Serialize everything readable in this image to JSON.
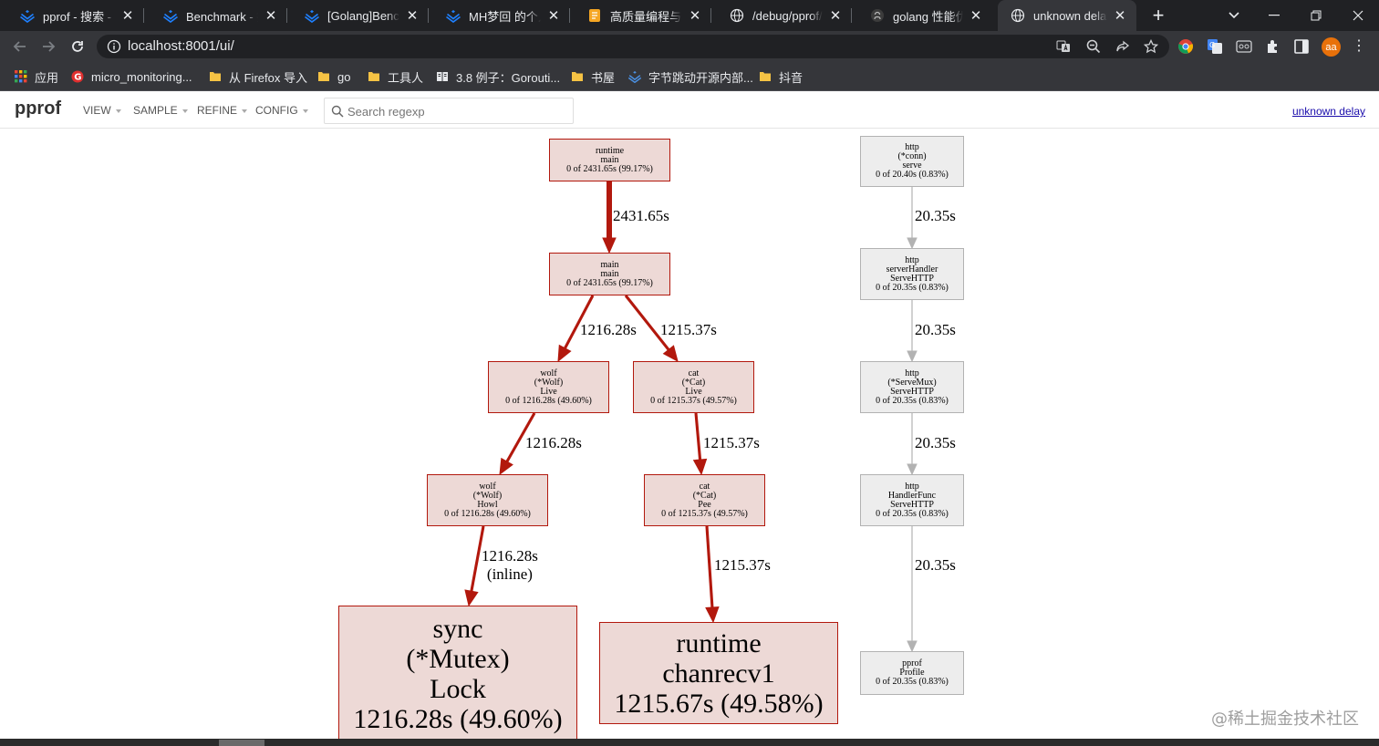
{
  "browser": {
    "tabs": [
      {
        "title": "pprof - 搜索 - 掘金",
        "icon": "juejin-icon",
        "active": false
      },
      {
        "title": "Benchmark - 搜索",
        "icon": "juejin-icon",
        "active": false
      },
      {
        "title": "[Golang]Benchmark",
        "icon": "juejin-icon",
        "active": false
      },
      {
        "title": "MH梦回 的个人主页",
        "icon": "juejin-icon",
        "active": false
      },
      {
        "title": "高质量编程与性能",
        "icon": "feishu-doc-icon",
        "active": false
      },
      {
        "title": "/debug/pprof/",
        "icon": "globe-icon",
        "active": false
      },
      {
        "title": "golang 性能优化",
        "icon": "github-icon",
        "active": false
      },
      {
        "title": "unknown delay",
        "icon": "globe-icon",
        "active": true
      }
    ],
    "new_tab": "+",
    "address": "localhost:8001/ui/",
    "profile_initials": "aa",
    "bookmarks": [
      {
        "label": "应用",
        "icon": "apps-grid-icon"
      },
      {
        "label": "micro_monitoring...",
        "icon": "grafana-icon"
      },
      {
        "label": "从 Firefox 导入",
        "icon": "folder-icon"
      },
      {
        "label": "go",
        "icon": "folder-icon"
      },
      {
        "label": "工具人",
        "icon": "folder-icon"
      },
      {
        "label": "3.8 例子：Gorouti...",
        "icon": "book-icon"
      },
      {
        "label": "书屋",
        "icon": "folder-icon"
      },
      {
        "label": "字节跳动开源内部...",
        "icon": "juejin-icon"
      },
      {
        "label": "抖音",
        "icon": "folder-icon"
      }
    ]
  },
  "pprof": {
    "title": "pprof",
    "menus": [
      "VIEW",
      "SAMPLE",
      "REFINE",
      "CONFIG"
    ],
    "search_placeholder": "Search regexp",
    "profile_link": "unknown delay"
  },
  "graph": {
    "nodes": [
      {
        "id": "n_runtime_main",
        "lines": [
          "runtime",
          "main",
          "0 of 2431.65s (99.17%)"
        ],
        "style": "hot",
        "size": "small"
      },
      {
        "id": "n_main_main",
        "lines": [
          "main",
          "main",
          "0 of 2431.65s (99.17%)"
        ],
        "style": "hot",
        "size": "small"
      },
      {
        "id": "n_wolf_live",
        "lines": [
          "wolf",
          "(*Wolf)",
          "Live",
          "0 of 1216.28s (49.60%)"
        ],
        "style": "hot",
        "size": "small"
      },
      {
        "id": "n_cat_live",
        "lines": [
          "cat",
          "(*Cat)",
          "Live",
          "0 of 1215.37s (49.57%)"
        ],
        "style": "hot",
        "size": "small"
      },
      {
        "id": "n_wolf_howl",
        "lines": [
          "wolf",
          "(*Wolf)",
          "Howl",
          "0 of 1216.28s (49.60%)"
        ],
        "style": "hot",
        "size": "small"
      },
      {
        "id": "n_cat_pee",
        "lines": [
          "cat",
          "(*Cat)",
          "Pee",
          "0 of 1215.37s (49.57%)"
        ],
        "style": "hot",
        "size": "small"
      },
      {
        "id": "n_mutex_lock",
        "lines": [
          "sync",
          "(*Mutex)",
          "Lock",
          "1216.28s (49.60%)"
        ],
        "style": "hot",
        "size": "big"
      },
      {
        "id": "n_chanrecv1",
        "lines": [
          "runtime",
          "chanrecv1",
          "1215.67s (49.58%)"
        ],
        "style": "hot",
        "size": "big"
      },
      {
        "id": "n_http_conn_serve",
        "lines": [
          "http",
          "(*conn)",
          "serve",
          "0 of 20.40s (0.83%)"
        ],
        "style": "cool",
        "size": "small"
      },
      {
        "id": "n_server_handler",
        "lines": [
          "http",
          "serverHandler",
          "ServeHTTP",
          "0 of 20.35s (0.83%)"
        ],
        "style": "cool",
        "size": "small"
      },
      {
        "id": "n_servemux",
        "lines": [
          "http",
          "(*ServeMux)",
          "ServeHTTP",
          "0 of 20.35s (0.83%)"
        ],
        "style": "cool",
        "size": "small"
      },
      {
        "id": "n_handlerfunc",
        "lines": [
          "http",
          "HandlerFunc",
          "ServeHTTP",
          "0 of 20.35s (0.83%)"
        ],
        "style": "cool",
        "size": "small"
      },
      {
        "id": "n_pprof_profile",
        "lines": [
          "pprof",
          "Profile",
          "0 of 20.35s (0.83%)"
        ],
        "style": "cool",
        "size": "small"
      }
    ],
    "edges": [
      {
        "from": "n_runtime_main",
        "to": "n_main_main",
        "label": "2431.65s",
        "weight": 99.17
      },
      {
        "from": "n_main_main",
        "to": "n_wolf_live",
        "label": "1216.28s",
        "weight": 49.6
      },
      {
        "from": "n_main_main",
        "to": "n_cat_live",
        "label": "1215.37s",
        "weight": 49.57
      },
      {
        "from": "n_wolf_live",
        "to": "n_wolf_howl",
        "label": "1216.28s",
        "weight": 49.6
      },
      {
        "from": "n_cat_live",
        "to": "n_cat_pee",
        "label": "1215.37s",
        "weight": 49.57
      },
      {
        "from": "n_wolf_howl",
        "to": "n_mutex_lock",
        "label": "1216.28s\n(inline)",
        "weight": 49.6
      },
      {
        "from": "n_cat_pee",
        "to": "n_chanrecv1",
        "label": "1215.37s",
        "weight": 49.57
      },
      {
        "from": "n_http_conn_serve",
        "to": "n_server_handler",
        "label": "20.35s",
        "weight": 0.83
      },
      {
        "from": "n_server_handler",
        "to": "n_servemux",
        "label": "20.35s",
        "weight": 0.83
      },
      {
        "from": "n_servemux",
        "to": "n_handlerfunc",
        "label": "20.35s",
        "weight": 0.83
      },
      {
        "from": "n_handlerfunc",
        "to": "n_pprof_profile",
        "label": "20.35s",
        "weight": 0.83
      }
    ],
    "colors": {
      "hot_edge": "#b2180d",
      "hot_fill": "#edd9d6",
      "cool_edge": "#b2b2b2",
      "cool_fill": "#ededed"
    }
  },
  "watermark": "@稀土掘金技术社区"
}
